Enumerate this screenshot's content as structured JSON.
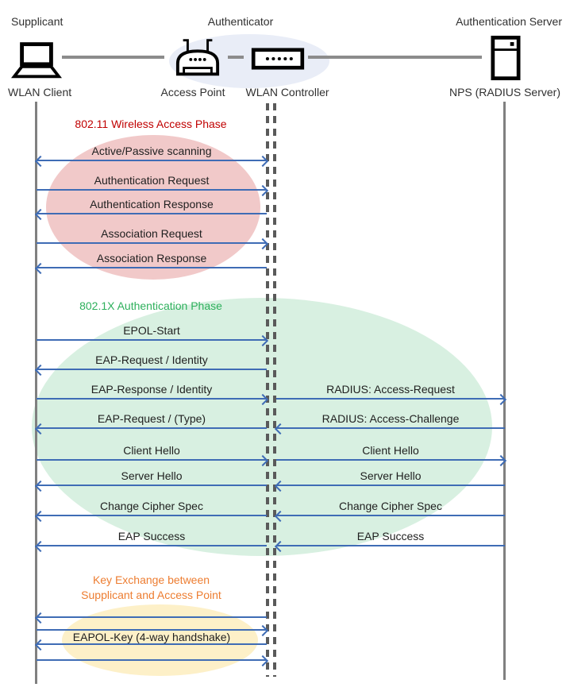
{
  "colors": {
    "arrow": "#3F6CB5",
    "lifeline_gray": "#808080",
    "dashed_lifeline_gray": "#5a5a5a",
    "phase1_title": "#C00000",
    "phase1_fill": "#F1C9C9",
    "phase2_title": "#2EB05C",
    "phase2_fill": "#D8F0E1",
    "phase3_title": "#ED7D31",
    "phase3_fill": "#FDF0C8",
    "authenticator_fill": "#E9EDF7"
  },
  "header": {
    "roles": {
      "supplicant": "Supplicant",
      "authenticator": "Authenticator",
      "server": "Authentication Server"
    },
    "devices": {
      "client": "WLAN Client",
      "access_point": "Access Point",
      "controller": "WLAN Controller",
      "nps": "NPS (RADIUS Server)"
    }
  },
  "phases": {
    "wireless_access": "802.11 Wireless Access Phase",
    "authentication": "802.1X Authentication Phase",
    "key_exchange_line1": "Key Exchange between",
    "key_exchange_line2": "Supplicant and Access Point"
  },
  "flows": [
    {
      "label": "Active/Passive scanning",
      "from": "supplicant",
      "to": "authenticator",
      "dir": "both"
    },
    {
      "label": "Authentication Request",
      "from": "supplicant",
      "to": "authenticator",
      "dir": "right"
    },
    {
      "label": "Authentication Response",
      "from": "authenticator",
      "to": "supplicant",
      "dir": "left"
    },
    {
      "label": "Association Request",
      "from": "supplicant",
      "to": "authenticator",
      "dir": "right"
    },
    {
      "label": "Association Response",
      "from": "authenticator",
      "to": "supplicant",
      "dir": "left"
    },
    {
      "label": "EPOL-Start",
      "from": "supplicant",
      "to": "authenticator",
      "dir": "right"
    },
    {
      "label": "EAP-Request / Identity",
      "from": "authenticator",
      "to": "supplicant",
      "dir": "left"
    },
    {
      "label": "EAP-Response / Identity",
      "from": "supplicant",
      "to": "authenticator",
      "dir": "right"
    },
    {
      "label": "RADIUS: Access-Request",
      "from": "authenticator",
      "to": "server",
      "dir": "right"
    },
    {
      "label": "EAP-Request / (Type)",
      "from": "authenticator",
      "to": "supplicant",
      "dir": "left"
    },
    {
      "label": "RADIUS: Access-Challenge",
      "from": "server",
      "to": "authenticator",
      "dir": "left"
    },
    {
      "label": "Client Hello",
      "from": "supplicant",
      "to": "authenticator",
      "dir": "right"
    },
    {
      "label": "Client Hello",
      "from": "authenticator",
      "to": "server",
      "dir": "right"
    },
    {
      "label": "Server Hello",
      "from": "authenticator",
      "to": "supplicant",
      "dir": "left"
    },
    {
      "label": "Server Hello",
      "from": "server",
      "to": "authenticator",
      "dir": "left"
    },
    {
      "label": "Change Cipher Spec",
      "from": "authenticator",
      "to": "supplicant",
      "dir": "left"
    },
    {
      "label": "Change Cipher Spec",
      "from": "server",
      "to": "authenticator",
      "dir": "left"
    },
    {
      "label": "EAP Success",
      "from": "authenticator",
      "to": "supplicant",
      "dir": "left"
    },
    {
      "label": "EAP Success",
      "from": "server",
      "to": "authenticator",
      "dir": "left"
    },
    {
      "label": "",
      "from": "authenticator",
      "to": "supplicant",
      "dir": "left"
    },
    {
      "label": "",
      "from": "supplicant",
      "to": "authenticator",
      "dir": "right"
    },
    {
      "label": "EAPOL-Key (4-way handshake)",
      "from": "supplicant",
      "to": "authenticator",
      "dir": "label"
    },
    {
      "label": "",
      "from": "authenticator",
      "to": "supplicant",
      "dir": "left"
    },
    {
      "label": "",
      "from": "supplicant",
      "to": "authenticator",
      "dir": "right"
    }
  ]
}
